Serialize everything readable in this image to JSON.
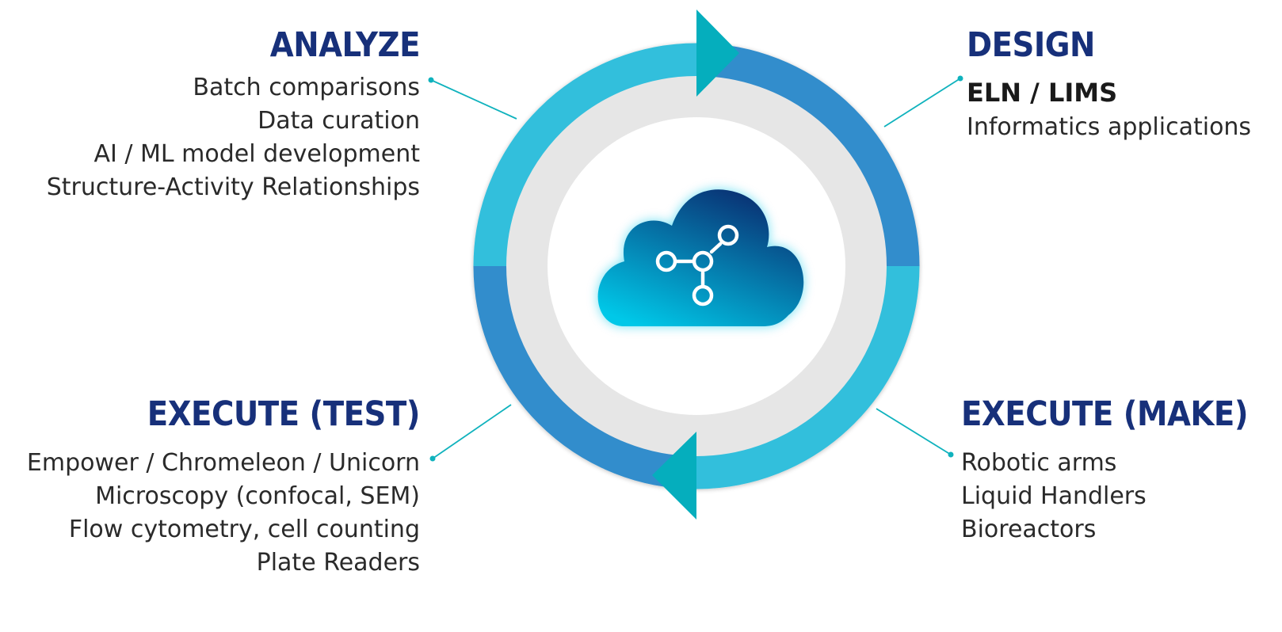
{
  "colors": {
    "heading": "#17307a",
    "arc_light": "#33bfdc",
    "arc_dark": "#318dcc",
    "arrow_head": "#05aebd",
    "connector": "#0fb2bd",
    "inner_ring": "#e6e6e6",
    "cloud_top": "#0a2a6e",
    "cloud_bottom": "#00c8e8"
  },
  "icons": {
    "center": "cloud-molecule-icon",
    "arrows": "arrowhead-icon"
  },
  "stages": {
    "analyze": {
      "title": "ANALYZE",
      "items": [
        "Batch comparisons",
        "Data curation",
        "AI / ML model development",
        "Structure-Activity Relationships"
      ]
    },
    "design": {
      "title": "DESIGN",
      "items": [
        "ELN / LIMS",
        "Informatics applications"
      ]
    },
    "test": {
      "title": "EXECUTE (TEST)",
      "items": [
        "Empower / Chromeleon / Unicorn",
        "Microscopy (confocal, SEM)",
        "Flow cytometry, cell counting",
        "Plate Readers"
      ]
    },
    "make": {
      "title": "EXECUTE (MAKE)",
      "items": [
        "Robotic arms",
        "Liquid Handlers",
        "Bioreactors"
      ]
    }
  }
}
